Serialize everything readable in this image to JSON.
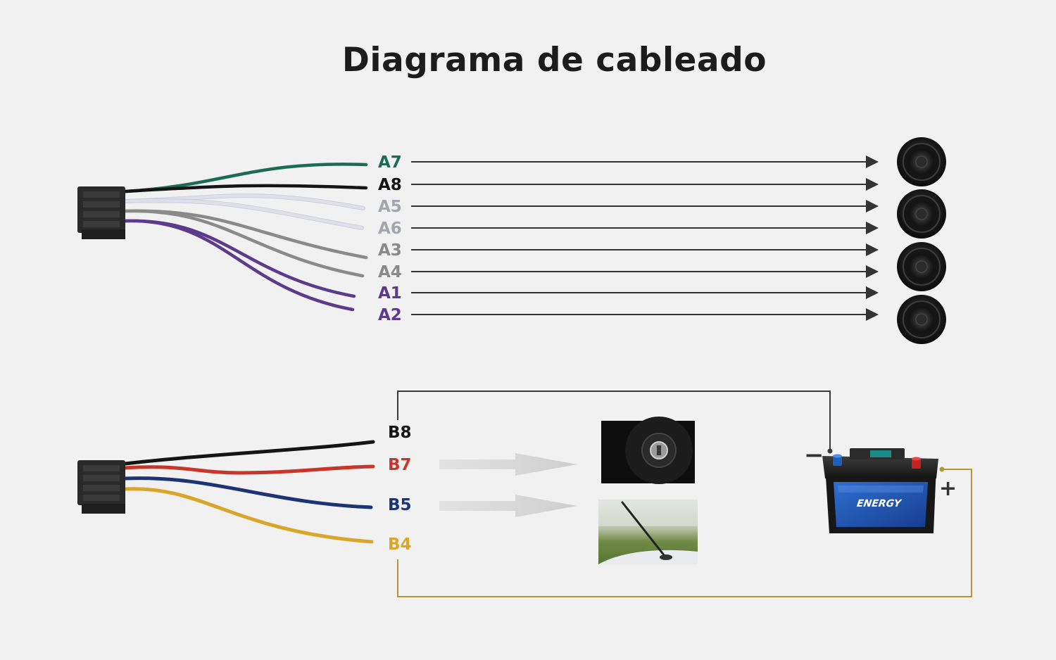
{
  "title": "Diagrama de cableado",
  "colors": {
    "green": "#1c6b55",
    "black": "#151515",
    "white_wire": "#dedfe8",
    "gray": "#8a8a8a",
    "purple": "#5c3a8c",
    "red": "#c7362b",
    "blue": "#1c3473",
    "yellow": "#d9a62a",
    "arrow": "#333333",
    "gold_line": "#b59633"
  },
  "speaker_harness": {
    "pins": [
      {
        "label": "A7",
        "color": "#1c6b55"
      },
      {
        "label": "A8",
        "color": "#151515"
      },
      {
        "label": "A5",
        "color": "#a3a6ad"
      },
      {
        "label": "A6",
        "color": "#a3a6ad"
      },
      {
        "label": "A3",
        "color": "#8a8a8a"
      },
      {
        "label": "A4",
        "color": "#8a8a8a"
      },
      {
        "label": "A1",
        "color": "#5c3a8c"
      },
      {
        "label": "A2",
        "color": "#5c3a8c"
      }
    ],
    "speaker_count": 4
  },
  "power_harness": {
    "pins": [
      {
        "label": "B8",
        "color": "#151515"
      },
      {
        "label": "B7",
        "color": "#c7362b"
      },
      {
        "label": "B5",
        "color": "#1c3473"
      },
      {
        "label": "B4",
        "color": "#d9a62a"
      }
    ]
  },
  "battery": {
    "brand": "ENERGY",
    "minus_sign": "−",
    "plus_sign": "+"
  }
}
